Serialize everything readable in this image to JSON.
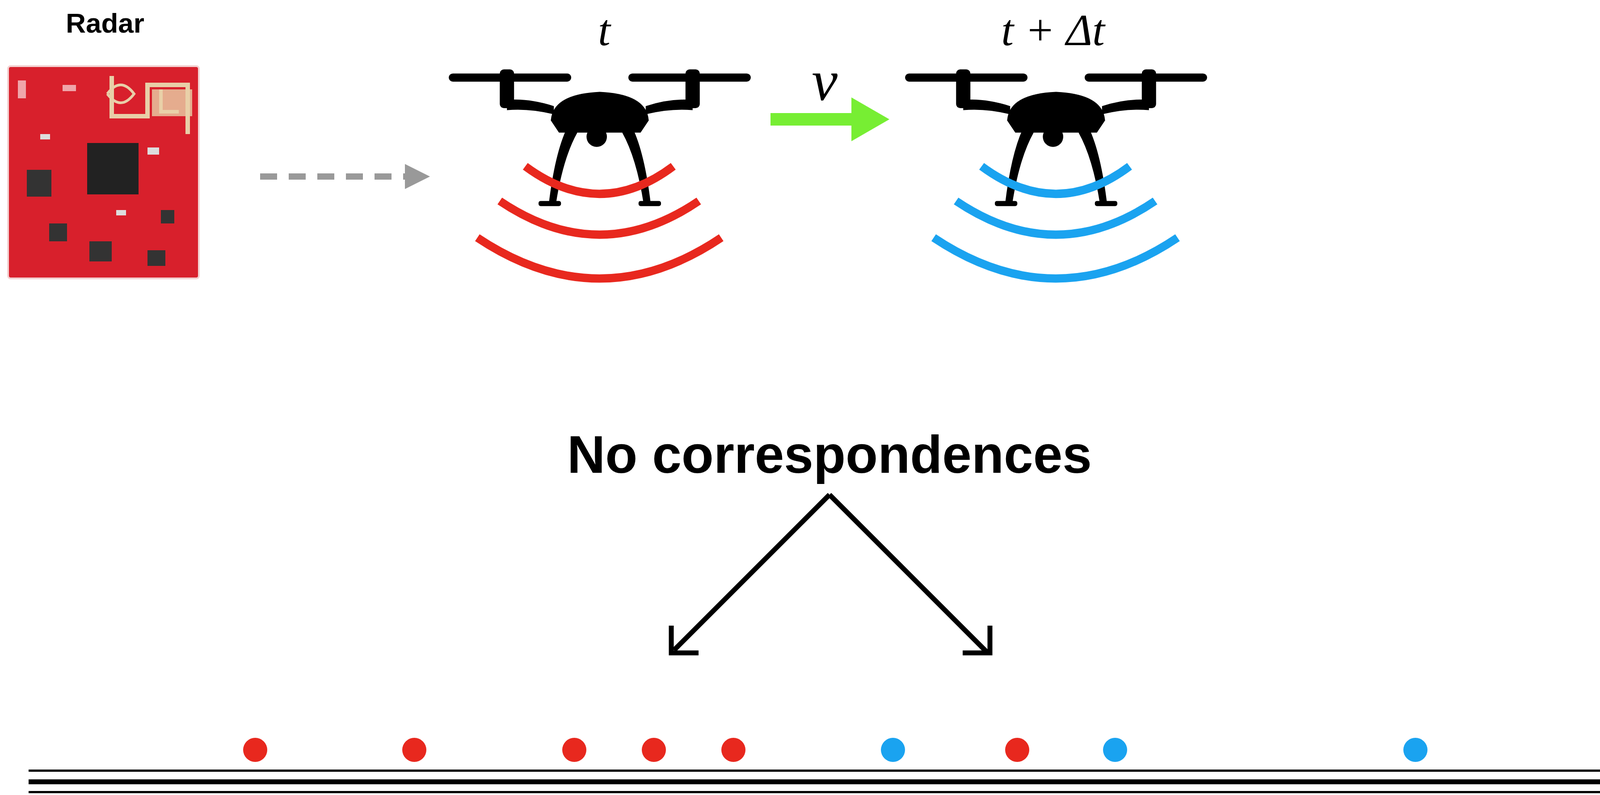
{
  "diagram": {
    "labels": [
      "Radar",
      "t",
      "v",
      "t + Δt",
      "No correspondences"
    ]
  }
}
